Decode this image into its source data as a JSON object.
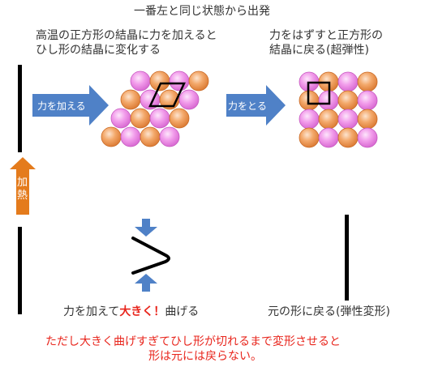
{
  "header": {
    "title": "一番左と同じ状態から出発"
  },
  "step1": {
    "line1": "高温の正方形の結晶に力を加えると",
    "line2": "ひし形の結晶に変化する"
  },
  "step2": {
    "line1": "力をはずすと正方形の",
    "line2": "結晶に戻る(超弾性)"
  },
  "arrows": {
    "apply_force": "力を加える",
    "remove_force": "力をとる",
    "heat": "加熱"
  },
  "bend_caption": {
    "before": "力を加えて",
    "emphasis": "大きく！",
    "after": "曲げる"
  },
  "restore_caption": "元の形に戻る(弾性変形)",
  "warning": {
    "line1": "ただし大きく曲げすぎてひし形が切れるまで変形させると",
    "line2": "形は元には戻らない。"
  },
  "colors": {
    "orange_atom": "#f0a060",
    "pink_atom": "#f08ee8",
    "arrow_blue": "#4f81c7",
    "heat_orange": "#e47b1c",
    "warning_red": "#e8251c"
  }
}
